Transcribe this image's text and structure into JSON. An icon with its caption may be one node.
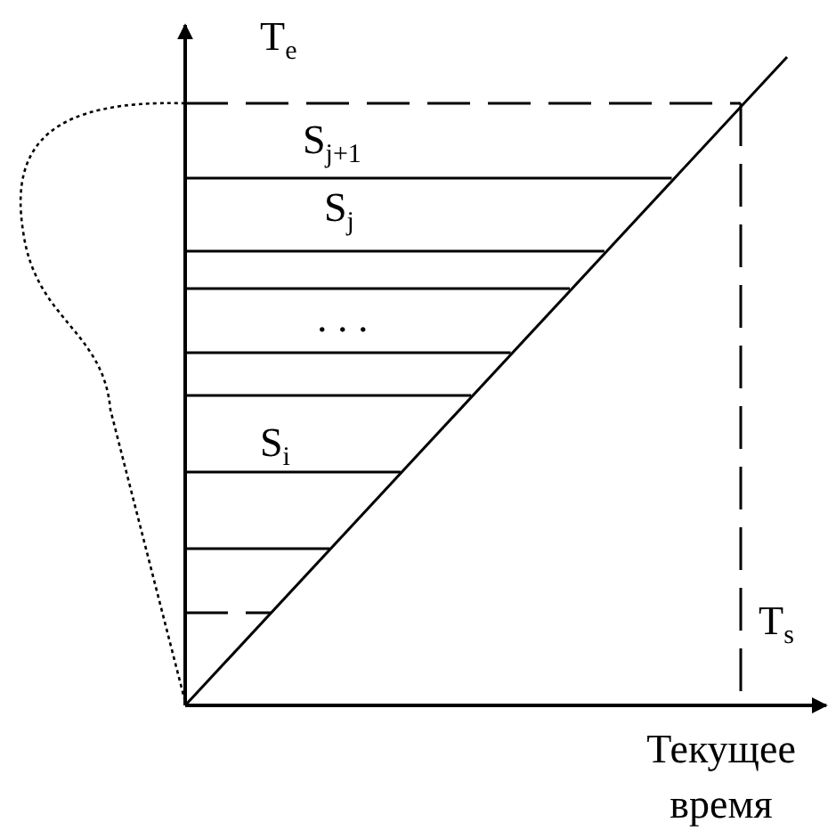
{
  "diagram": {
    "labels": [
      "T$_{e}$",
      "S$_{j+1}$",
      "S$_{j}$",
      ". . .",
      "S$_{i}$",
      "T$_{s}$",
      "Текущее время"
    ]
  }
}
